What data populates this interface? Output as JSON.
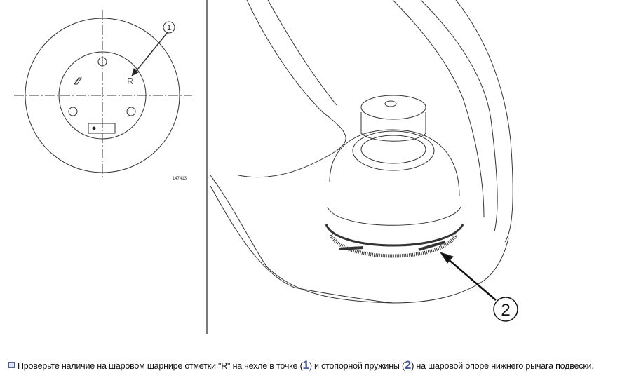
{
  "figure": {
    "left_diagram": {
      "callout": "1",
      "mark_letter": "R",
      "figure_number": "147413"
    },
    "right_diagram": {
      "callout": "2"
    }
  },
  "caption": {
    "part1": "Проверьте наличие на шаровом шарнире отметки \"R\" на чехле в точке (",
    "ref1": "1",
    "part2": ") и стопорной пружины (",
    "ref2": "2",
    "part3": ") на шаровой опоре нижнего рычага подвески."
  },
  "colors": {
    "reference": "#4a5fa0"
  }
}
